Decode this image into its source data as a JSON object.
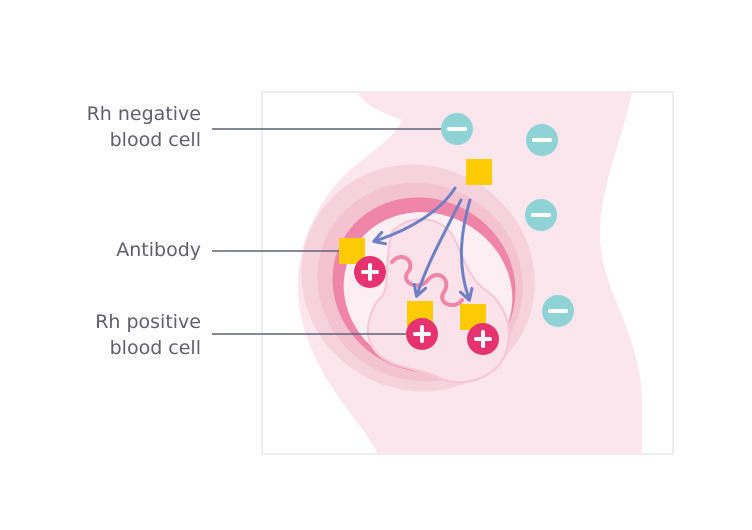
{
  "labels": {
    "rh_negative": {
      "line1": "Rh negative",
      "line2": "blood cell"
    },
    "antibody": {
      "line1": "Antibody"
    },
    "rh_positive": {
      "line1": "Rh positive",
      "line2": "blood cell"
    }
  },
  "colors": {
    "rh_negative_cell": "#8fd3d6",
    "rh_positive_cell": "#e6336f",
    "antibody": "#ffcb05",
    "arrow": "#6f7fc4",
    "leader_line": "#5f6375",
    "label_text": "#5f5f6b",
    "body_light": "#fae6ec",
    "uterus": "#f3c3d1",
    "placenta": "#ef86a9",
    "frame": "#dcdcdc"
  },
  "symbols": {
    "negative": "minus",
    "positive": "plus"
  }
}
